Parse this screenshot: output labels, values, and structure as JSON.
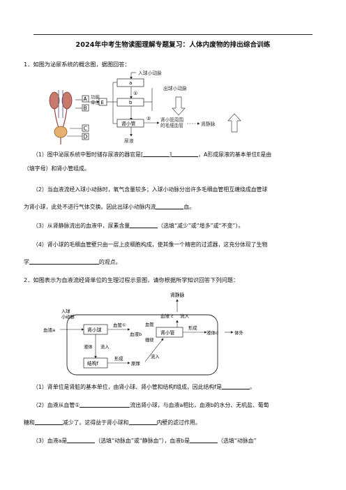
{
  "title": "2024年中考生物读图理解专题复习：人体内废物的排出综合训练",
  "q1": {
    "stem": "1．如图为泌尿系统的概念图，据图回答：",
    "figure": {
      "labels": [
        "A",
        "B",
        "C",
        "D"
      ],
      "function_unit": "功能\n单位",
      "E": "E",
      "a": "a",
      "b": "b",
      "num1": "①",
      "num2": "②",
      "afferent": "入球小动脉",
      "efferent": "出球小动脉",
      "tubule": "肾小管",
      "capillary": "肾小管周围\n的毛细血管",
      "renal_vein": "肾静脉",
      "urine": "尿液"
    },
    "p1_a": "（1）图中泌尿系统中暂时储存尿液的器官是[",
    "p1_b": "]",
    "p1_c": "，A形成尿液的基本单位E是由",
    "p1_d": "（填字母）和肾小管组成。",
    "p2_a": "（2）当血液流经入球小动脉时，氧气含量较多；入球小动脉分出许多毛细血管相互缠绕成血管球",
    "p2_b": "为肾小球，此处不进行气体交换。因此出球小动脉内流",
    "p2_c": "血。",
    "p3_a": "（3）从肾静脉流出的血液中，尿素含量",
    "p3_b": "（选填“减少”或“增多”或“不变”）。",
    "p4_a": "（4）肾小球的毛细血管壁只由一层上皮细胞构成，使其像一个精密的过滤器，这充分体现了生物",
    "p4_b": "学",
    "p4_c": "的观点。"
  },
  "q2": {
    "stem": "2．如图表示为血液流经肾单位的生理过程示意图，请你根据所学知识回答下列问题：",
    "figure": {
      "renal_vein": "肾静脉",
      "blood_c": "血液 c",
      "in_flow": "流入",
      "afferent": "入球\n小动脉",
      "blood_a": "血液a",
      "glomerulus": "肾小球",
      "vessel1": "血管①",
      "blood_b": "血液b",
      "vessel": "血管",
      "wrap": "缠绕",
      "tubule": "肾小管",
      "form": "形成",
      "liquid_d": "液体d",
      "outside": "体外",
      "liquid": "液体",
      "structure_f": "结构f",
      "primary_urine": "原尿",
      "flow": "流入"
    },
    "p1_a": "（1）肾单位是肾脏的基本单位，由肾小球、肾小管和结构f组成，因此结构f是",
    "p1_b": "。",
    "p2_a": "（2）血液从血管①",
    "p2_b": "流出肾小球，与血液a相比，血液b的水分、无机盐、葡萄",
    "p2_c": "糖和",
    "p2_d": "减少了。这得益于肾小球和",
    "p2_e": "内壁的滤过作用。",
    "p3_a": "（3）血液a是",
    "p3_b": "（选填“动脉血”或“静脉血”），血液b是",
    "p3_c": "（选填“动脉血”"
  }
}
